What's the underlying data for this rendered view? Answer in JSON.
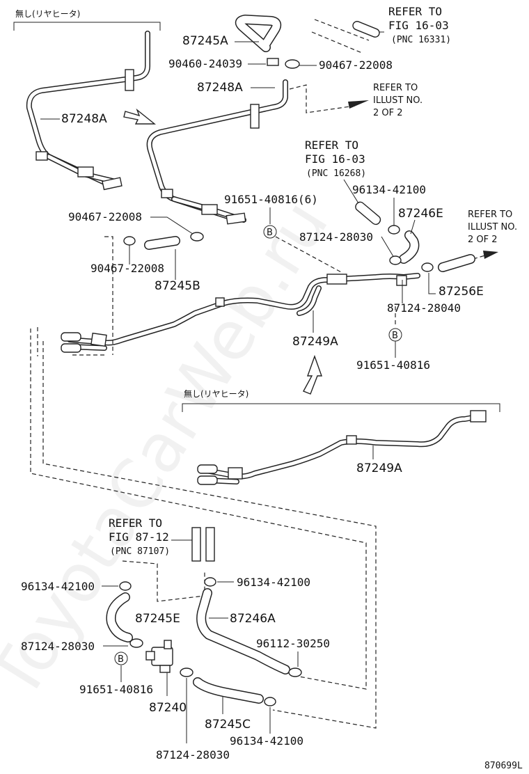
{
  "diagram": {
    "watermark": "ToyotaCarWeb.ru",
    "figure_id": "870699L",
    "jp_note_1": "無し(リヤヒータ)",
    "jp_note_2": "無し(リヤヒータ)",
    "refs": {
      "r1": {
        "l1": "REFER TO",
        "l2": "FIG 16-03",
        "l3": "(PNC 16331)"
      },
      "r2": {
        "l1": "REFER TO",
        "l2": "FIG 16-03",
        "l3": "(PNC 16268)"
      },
      "r3": {
        "l1": "REFER TO",
        "l2": "FIG 87-12",
        "l3": "(PNC 87107)"
      },
      "illust1": {
        "l1": "REFER TO",
        "l2": "ILLUST NO.",
        "l3": "2 OF 2"
      },
      "illust2": {
        "l1": "REFER TO",
        "l2": "ILLUST NO.",
        "l3": "2 OF 2"
      }
    },
    "labels": {
      "p87245A": "87245A",
      "p90460": "90460-24039",
      "p90467_a": "90467-22008",
      "p87248A_top": "87248A",
      "p87248A_left": "87248A",
      "p91651_6": "91651-40816(6)",
      "p96134_a": "96134-42100",
      "p87246E": "87246E",
      "p90467_b": "90467-22008",
      "p87124_a": "87124-28030",
      "p90467_c": "90467-22008",
      "p87245B": "87245B",
      "p87256E": "87256E",
      "p87124_b": "87124-28040",
      "p87249A_a": "87249A",
      "p91651_b": "91651-40816",
      "p87249A_b": "87249A",
      "p96134_b": "96134-42100",
      "p96134_c": "96134-42100",
      "p87245E": "87245E",
      "p87246A": "87246A",
      "p87124_c": "87124-28030",
      "p96112": "96112-30250",
      "p91651_c": "91651-40816",
      "p87240": "87240",
      "p87245C": "87245C",
      "p96134_d": "96134-42100",
      "p87124_d": "87124-28030"
    },
    "markers": {
      "b1": "B",
      "b2": "B",
      "b3": "B"
    }
  }
}
